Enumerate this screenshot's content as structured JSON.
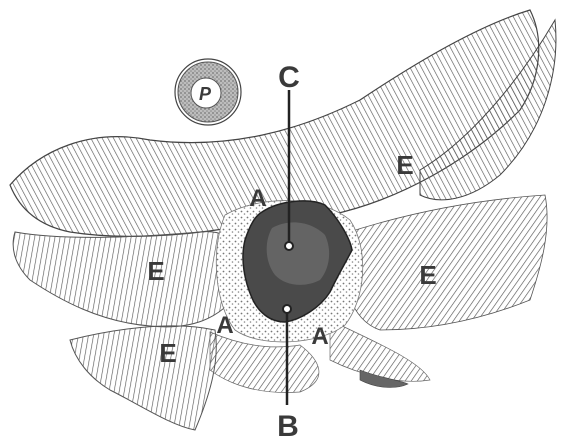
{
  "labels": {
    "A": "A",
    "B": "B",
    "C": "C",
    "E": "E",
    "P": "P"
  }
}
